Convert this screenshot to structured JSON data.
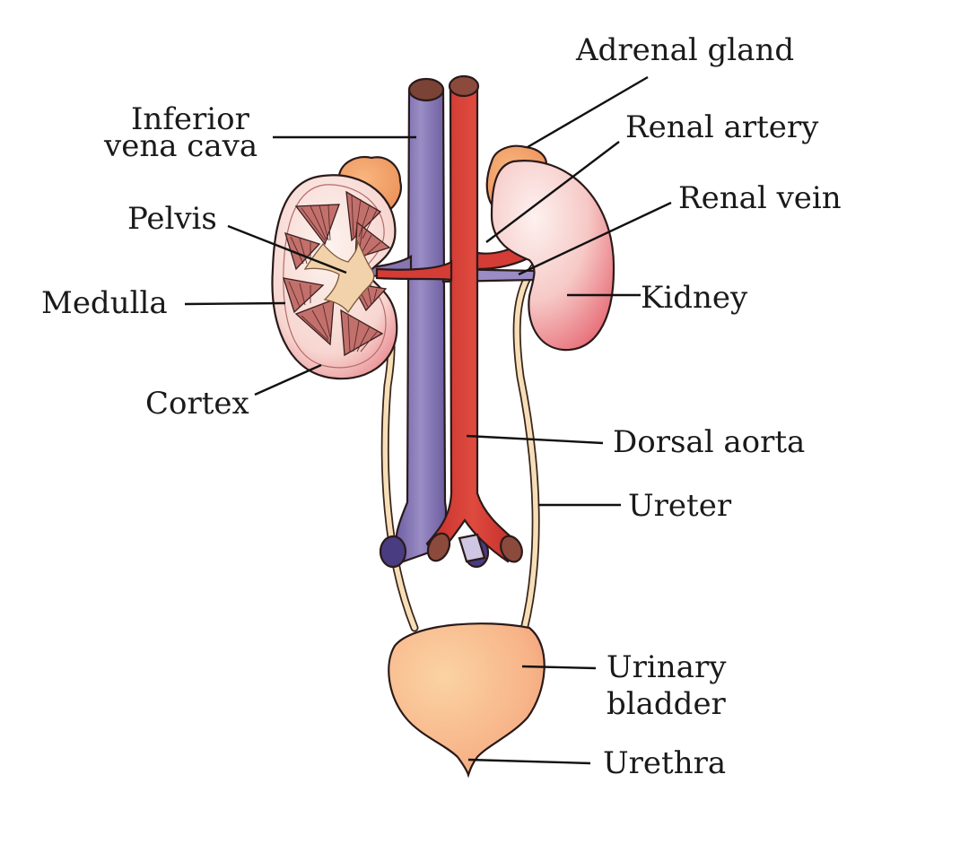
{
  "labels": {
    "adrenal_gland": "Adrenal gland",
    "inferior_vena_cava_1": "Inferior",
    "inferior_vena_cava_2": "vena cava",
    "renal_artery": "Renal artery",
    "renal_vein": "Renal vein",
    "pelvis": "Pelvis",
    "medulla": "Medulla",
    "kidney": "Kidney",
    "cortex": "Cortex",
    "dorsal_aorta": "Dorsal aorta",
    "ureter": "Ureter",
    "urinary_bladder_1": "Urinary",
    "urinary_bladder_2": "bladder",
    "urethra": "Urethra"
  },
  "colors": {
    "vena_cava": "#8677b3",
    "vena_cava_dark": "#5b4c8f",
    "aorta": "#d43c35",
    "aorta_top": "#8b4a3c",
    "kidney_outer": "#f3c3c2",
    "kidney_cortex": "#f6d4cf",
    "medulla": "#d9847d",
    "pelvis": "#f1d2aa",
    "adrenal": "#f2a36b",
    "ureter": "#f6dfb8",
    "bladder": "#f8bb88"
  }
}
